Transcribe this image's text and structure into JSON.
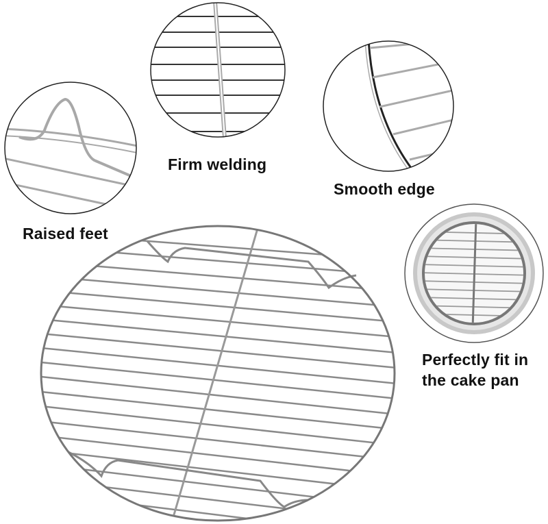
{
  "image": {
    "subject": "round stainless steel cooling/baking rack with feature callouts",
    "background": "#ffffff",
    "wire_color": "#9a9a9a",
    "outline_color": "#222222"
  },
  "callouts": [
    {
      "id": "raised-feet",
      "label": "Raised feet",
      "icon": "raised-feet-detail"
    },
    {
      "id": "firm-welding",
      "label": "Firm welding",
      "icon": "welded-wires-detail"
    },
    {
      "id": "smooth-edge",
      "label": "Smooth edge",
      "icon": "rack-edge-detail"
    },
    {
      "id": "cake-pan-fit",
      "label_line1": "Perfectly fit in",
      "label_line2": "the cake pan",
      "icon": "rack-in-pan-detail"
    }
  ],
  "main_product": {
    "name": "round-wire-rack",
    "horizontal_wires": 19,
    "center_spine": true,
    "feet": 4
  }
}
